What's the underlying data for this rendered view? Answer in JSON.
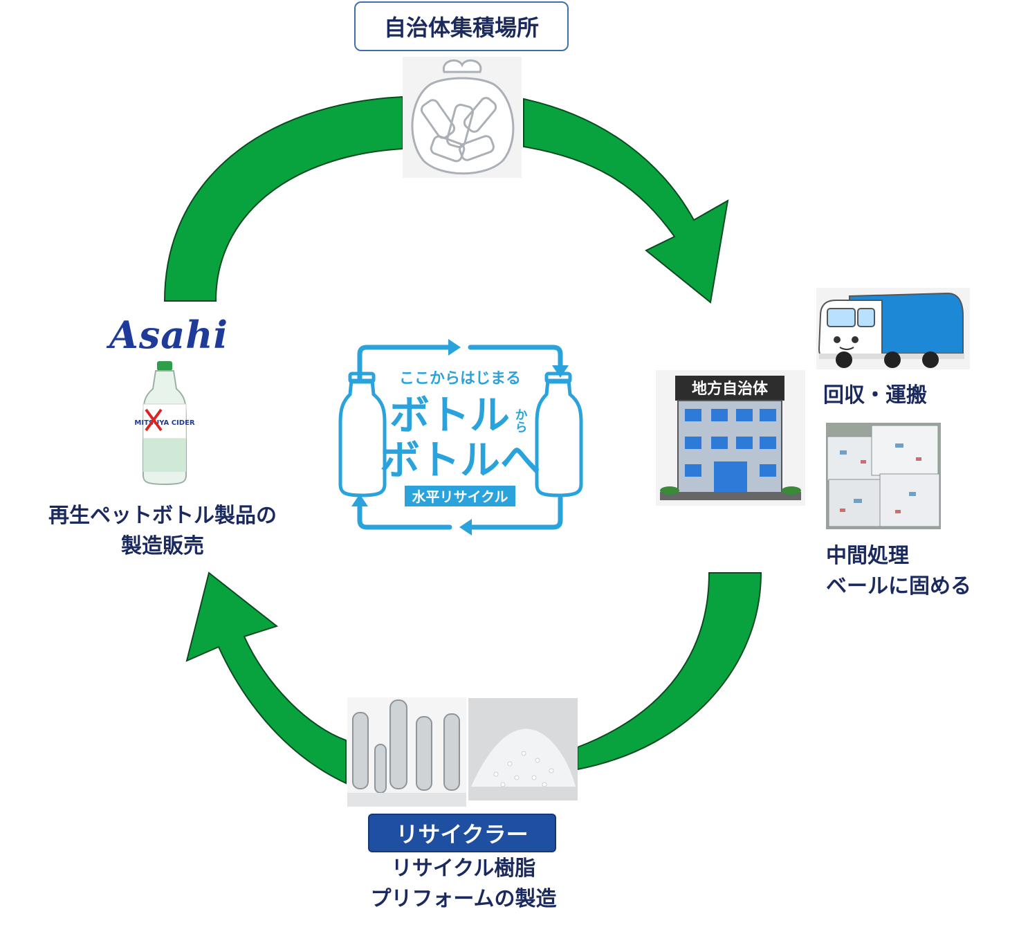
{
  "top_label": "自治体集積場所",
  "left": {
    "brand": "Asahi",
    "product_text": "MITSUYA CIDER",
    "caption_line1": "再生ペットボトル製品の",
    "caption_line2": "製造販売"
  },
  "right": {
    "building_sign": "地方自治体",
    "caption_collect": "回収・運搬",
    "caption_process_line1": "中間処理",
    "caption_process_line2": "ベールに固める"
  },
  "bottom": {
    "recycler_label": "リサイクラー",
    "caption_line1": "リサイクル樹脂",
    "caption_line2": "プリフォームの製造"
  },
  "center_logo": {
    "top_text": "ここからはじまる",
    "line1": "ボトル",
    "kara": "から",
    "line2": "ボトルへ",
    "bottom_text": "水平リサイクル"
  },
  "colors": {
    "arrow_green": "#08a33e",
    "arrow_outline": "#0a4a20",
    "logo_blue": "#2aa3dc",
    "navy_text": "#1b2a5e",
    "recycler_blue": "#1f4fa0"
  }
}
